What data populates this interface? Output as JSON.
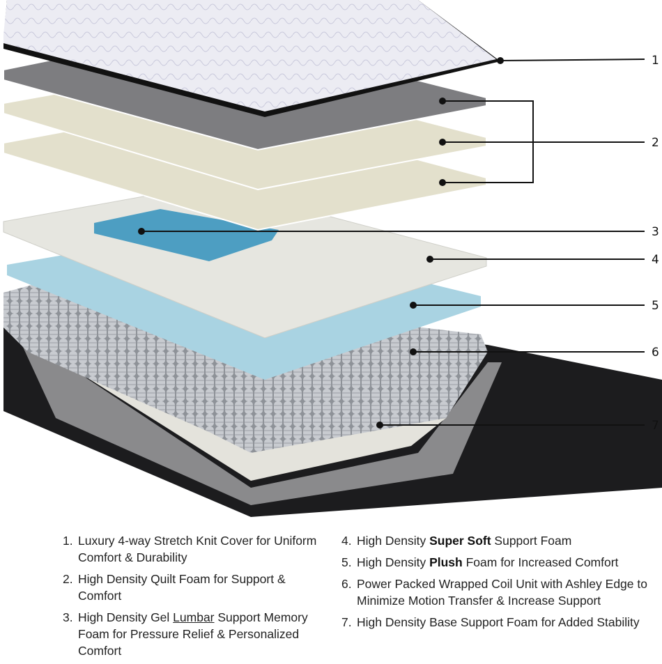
{
  "callouts": [
    "1",
    "2",
    "3",
    "4",
    "5",
    "6",
    "7"
  ],
  "colors": {
    "cover": "#e8e8f0",
    "gray_foam": "#7d7d80",
    "quilt_foam": "#e3e0cc",
    "support_foam": "#e6e6e0",
    "gel": "#4d9ec2",
    "plush_foam": "#a9d3e2",
    "coil": "#9a9ea4",
    "base_shell": "#1c1c1e"
  },
  "legend": {
    "left": [
      {
        "num": "1.",
        "parts": [
          {
            "t": "Luxury 4-way Stretch Knit Cover for Uniform Comfort & Durability"
          }
        ]
      },
      {
        "num": "2.",
        "parts": [
          {
            "t": "High Density Quilt Foam for Support & Comfort"
          }
        ]
      },
      {
        "num": "3.",
        "parts": [
          {
            "t": "High Density Gel "
          },
          {
            "t": "Lumbar",
            "u": true
          },
          {
            "t": " Support Memory Foam for Pressure Relief & Personalized Comfort"
          }
        ]
      }
    ],
    "right": [
      {
        "num": "4.",
        "parts": [
          {
            "t": "High Density "
          },
          {
            "t": "Super Soft",
            "b": true
          },
          {
            "t": " Support Foam"
          }
        ]
      },
      {
        "num": "5.",
        "parts": [
          {
            "t": "High Density "
          },
          {
            "t": "Plush",
            "b": true
          },
          {
            "t": " Foam for Increased Comfort"
          }
        ]
      },
      {
        "num": "6.",
        "parts": [
          {
            "t": "Power Packed Wrapped Coil Unit with Ashley Edge to Minimize Motion Transfer & Increase Support"
          }
        ]
      },
      {
        "num": "7.",
        "parts": [
          {
            "t": "High Density Base Support Foam for Added Stability"
          }
        ]
      }
    ]
  }
}
